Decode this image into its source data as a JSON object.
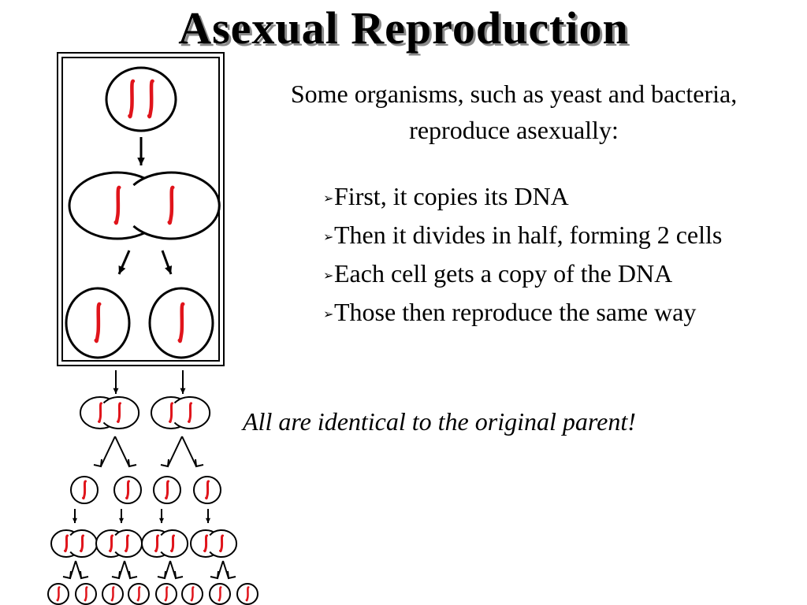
{
  "slide": {
    "title": "Asexual Reproduction",
    "intro": "Some organisms, such as yeast and bacteria, reproduce asexually:",
    "bullets": [
      "First, it copies its DNA",
      "Then it divides in half, forming 2 cells",
      "Each cell gets a copy of the DNA",
      "Those then reproduce the same way"
    ],
    "conclusion": "All are identical to the original parent!"
  },
  "icons": {
    "bullet": "arrowhead-bullet-icon",
    "cell": "cell-icon",
    "dna": "dna-strand-icon",
    "arrow": "arrow-down-icon"
  },
  "colors": {
    "dna": "#e0141b",
    "outline": "#000000",
    "title_shadow": "#8a8a8a"
  }
}
